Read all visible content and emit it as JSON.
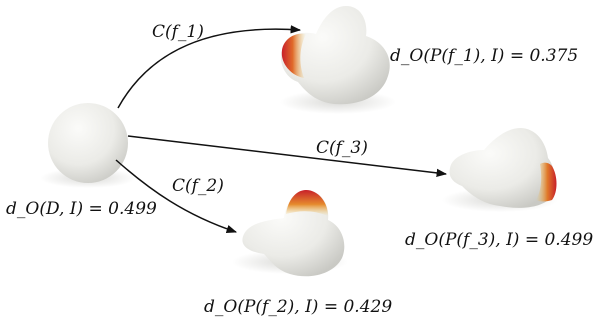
{
  "diagram": {
    "colors": {
      "shape_fill": "#efefec",
      "shape_shadow": "#bdbdb8",
      "highlight_red": "#c8202a",
      "highlight_orange": "#e58a2c",
      "highlight_yellow": "#f0cd6a",
      "arrow": "#111111"
    },
    "nodes": {
      "sphere": {
        "label": "d_O(D, I) = 0.499"
      },
      "p1": {
        "label": "d_O(P(f_1), I) = 0.375"
      },
      "p2": {
        "label": "d_O(P(f_2), I) = 0.429"
      },
      "p3": {
        "label": "d_O(P(f_3), I) = 0.499"
      }
    },
    "edges": {
      "to_p1": {
        "label": "C(f_1)"
      },
      "to_p2": {
        "label": "C(f_2)"
      },
      "to_p3": {
        "label": "C(f_3)"
      }
    }
  }
}
